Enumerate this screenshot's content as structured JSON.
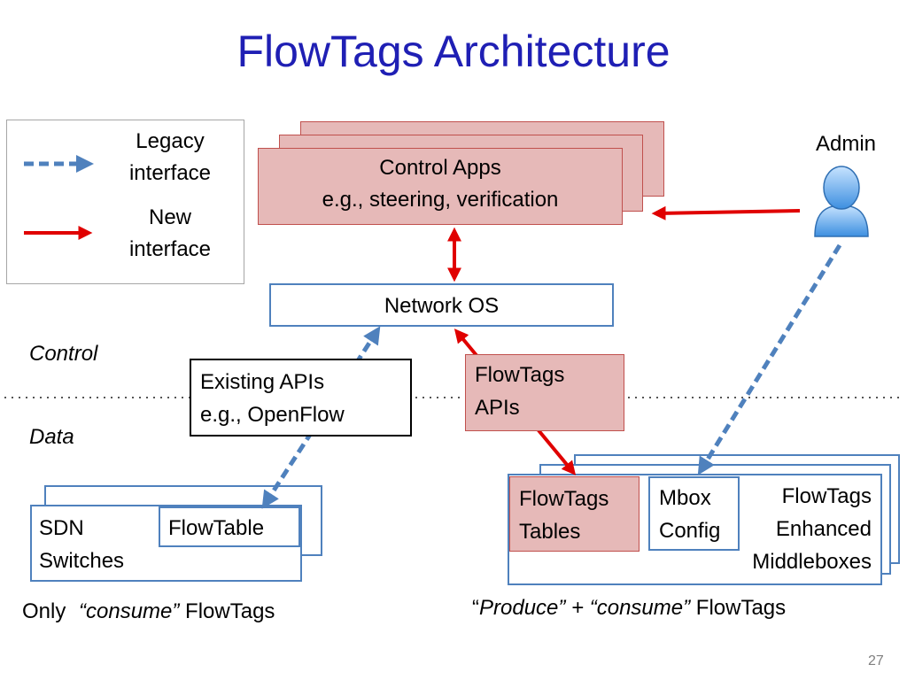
{
  "title": "FlowTags Architecture",
  "legend": {
    "legacy_label": "Legacy\ninterface",
    "new_label": "New\ninterface"
  },
  "control_apps": {
    "label": "Control Apps\ne.g., steering, verification"
  },
  "admin_label": "Admin",
  "network_os_label": "Network OS",
  "plane_labels": {
    "control": "Control",
    "data": "Data"
  },
  "existing_apis_label": "Existing APIs\ne.g., OpenFlow",
  "flowtags_apis_label": "FlowTags\nAPIs",
  "sdn": {
    "switches_label": "SDN\nSwitches",
    "flowtable_label": "FlowTable",
    "caption_prefix": "Only ",
    "caption_emph": "“consume”",
    "caption_suffix": " FlowTags"
  },
  "middlebox": {
    "tables_label": "FlowTags\nTables",
    "config_label": "Mbox\nConfig",
    "enhanced_label": "FlowTags\nEnhanced\nMiddleboxes",
    "caption_open": "“",
    "caption_emph": "Produce” + “consume”",
    "caption_suffix": " FlowTags"
  },
  "page_number": "27",
  "colors": {
    "title": "#1f1fb4",
    "legacy_arrow": "#4f81bd",
    "new_arrow": "#e00000",
    "pink_fill": "#e6b9b8",
    "pink_border": "#c0504d",
    "blue_border": "#4f81bd"
  },
  "icons": {
    "admin": "person-icon"
  }
}
